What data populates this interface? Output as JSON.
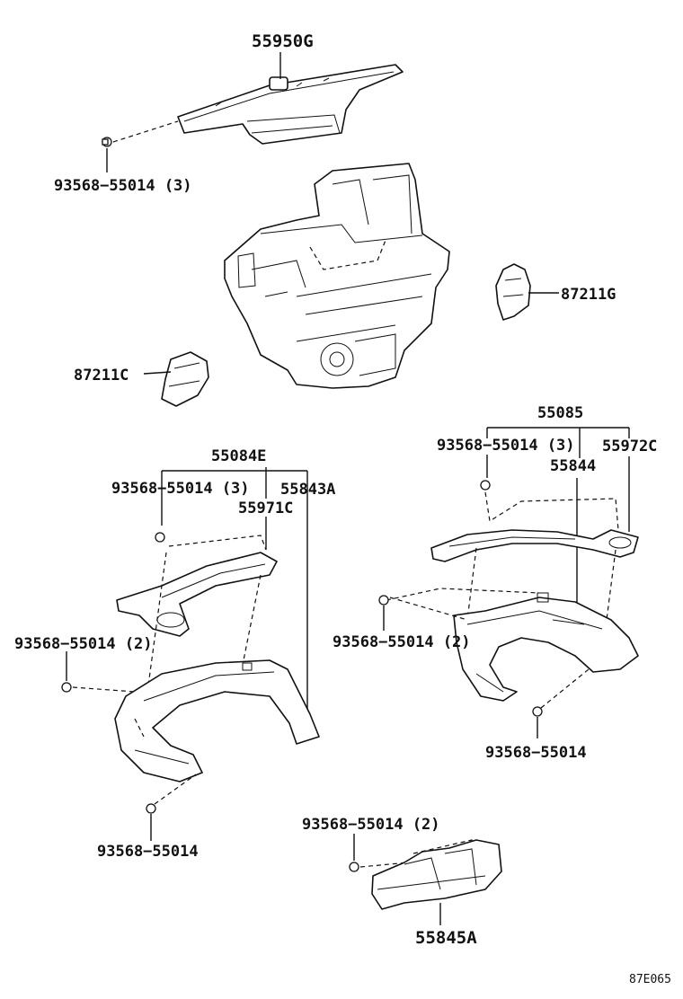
{
  "labels": {
    "p55950G": "55950G",
    "p93568_top": "93568−55014 (3)",
    "p87211G": "87211G",
    "p87211C": "87211C",
    "p55084E": "55084E",
    "p93568_left3": "93568−55014 (3)",
    "p55843A": "55843A",
    "p55971C": "55971C",
    "p93568_left2": "93568−55014 (2)",
    "p93568_left1": "93568−55014",
    "p55085": "55085",
    "p93568_right3": "93568−55014 (3)",
    "p55972C": "55972C",
    "p55844": "55844",
    "p93568_right2": "93568−55014 (2)",
    "p93568_right1": "93568−55014",
    "p93568_bottom2": "93568−55014 (2)",
    "p55845A": "55845A"
  },
  "figure_code": "87E065"
}
